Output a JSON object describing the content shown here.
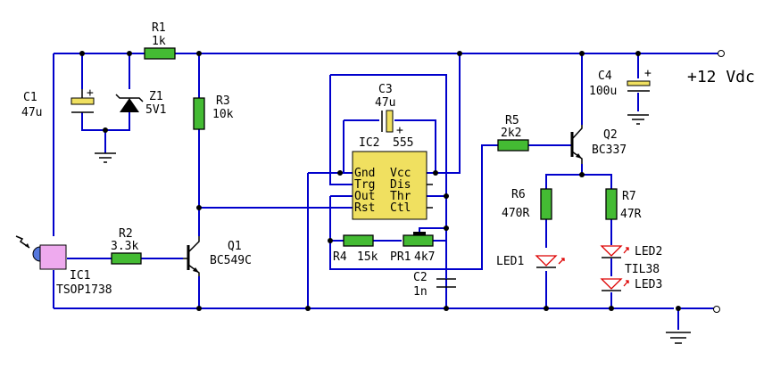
{
  "title": "IR remote-controlled LED driver schematic",
  "supply": {
    "positive_label": "+12 Vdc"
  },
  "components": {
    "R1": {
      "ref": "R1",
      "value": "1k"
    },
    "R2": {
      "ref": "R2",
      "value": "3.3k"
    },
    "R3": {
      "ref": "R3",
      "value": "10k"
    },
    "R4": {
      "ref": "R4",
      "value": "15k"
    },
    "PR1": {
      "ref": "PR1",
      "value": "4k7"
    },
    "R5": {
      "ref": "R5",
      "value": "2k2"
    },
    "R6": {
      "ref": "R6",
      "value": "470R"
    },
    "R7": {
      "ref": "R7",
      "value": "47R"
    },
    "C1": {
      "ref": "C1",
      "value": "47u"
    },
    "C2": {
      "ref": "C2",
      "value": "1n"
    },
    "C3": {
      "ref": "C3",
      "value": "47u"
    },
    "C4": {
      "ref": "C4",
      "value": "100u"
    },
    "Z1": {
      "ref": "Z1",
      "value": "5V1"
    },
    "Q1": {
      "ref": "Q1",
      "value": "BC549C"
    },
    "Q2": {
      "ref": "Q2",
      "value": "BC337"
    },
    "IC1": {
      "ref": "IC1",
      "value": "TSOP1738"
    },
    "IC2": {
      "ref": "IC2",
      "value": "555"
    },
    "LED1": {
      "ref": "LED1"
    },
    "LED2": {
      "ref": "LED2"
    },
    "LED3": {
      "ref": "LED3"
    },
    "LEDtype": {
      "value": "TIL38"
    }
  },
  "ic2_pins": {
    "left": [
      "Gnd",
      "Trg",
      "Out",
      "Rst"
    ],
    "right": [
      "Vcc",
      "Dis",
      "Thr",
      "Ctl"
    ]
  },
  "polarity_mark": "+",
  "colors": {
    "wire": "#0000cc",
    "resistor": "#44bb33",
    "ic": "#f0e060",
    "ir_receiver": "#eeaaee",
    "led": "#dd0000"
  }
}
